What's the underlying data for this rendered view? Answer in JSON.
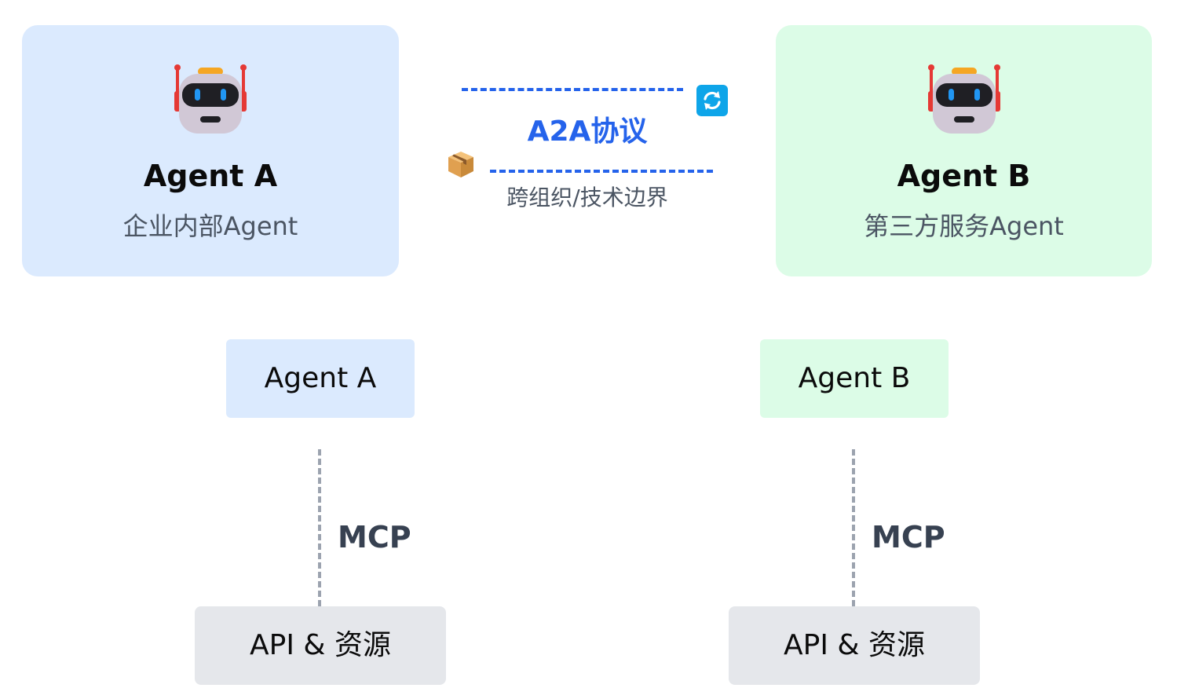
{
  "agent_a_card": {
    "title": "Agent A",
    "subtitle": "企业内部Agent",
    "icon": "robot-icon",
    "background": "#dbeafe"
  },
  "agent_b_card": {
    "title": "Agent B",
    "subtitle": "第三方服务Agent",
    "icon": "robot-icon",
    "background": "#dcfce7"
  },
  "protocol": {
    "title": "A2A协议",
    "subtitle": "跨组织/技术边界",
    "icons": [
      "sync-icon",
      "package-icon"
    ],
    "color": "#2563eb"
  },
  "left_stack": {
    "agent_label": "Agent A",
    "connector_label": "MCP",
    "resource_label": "API & 资源"
  },
  "right_stack": {
    "agent_label": "Agent B",
    "connector_label": "MCP",
    "resource_label": "API & 资源"
  }
}
